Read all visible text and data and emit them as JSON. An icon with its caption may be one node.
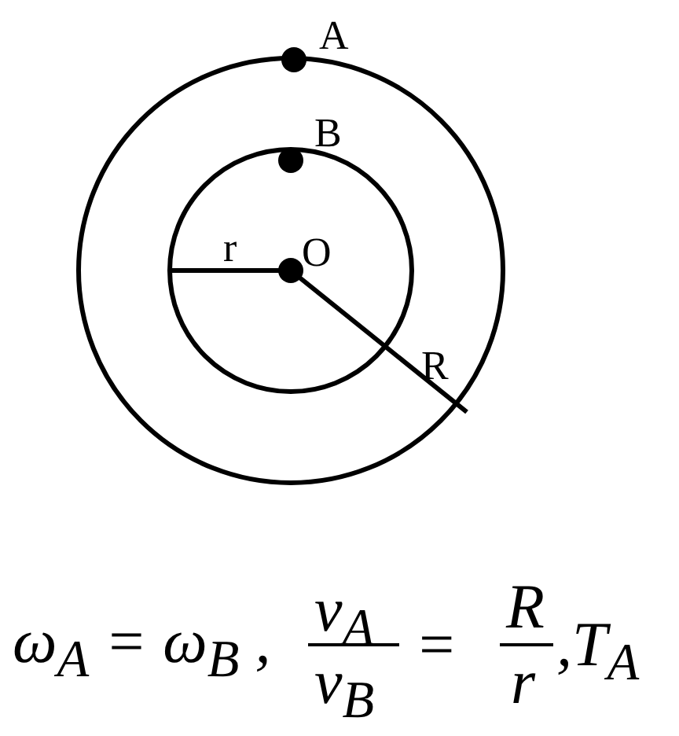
{
  "diagram": {
    "labels": [
      "A",
      "B",
      "O",
      "r",
      "R",
      "ω$_{A}$ = ω$_{B}$ ,",
      "v$_{A}$",
      "v$_{B}$",
      "=",
      "R",
      "r",
      ",T$_{A}$"
    ]
  }
}
